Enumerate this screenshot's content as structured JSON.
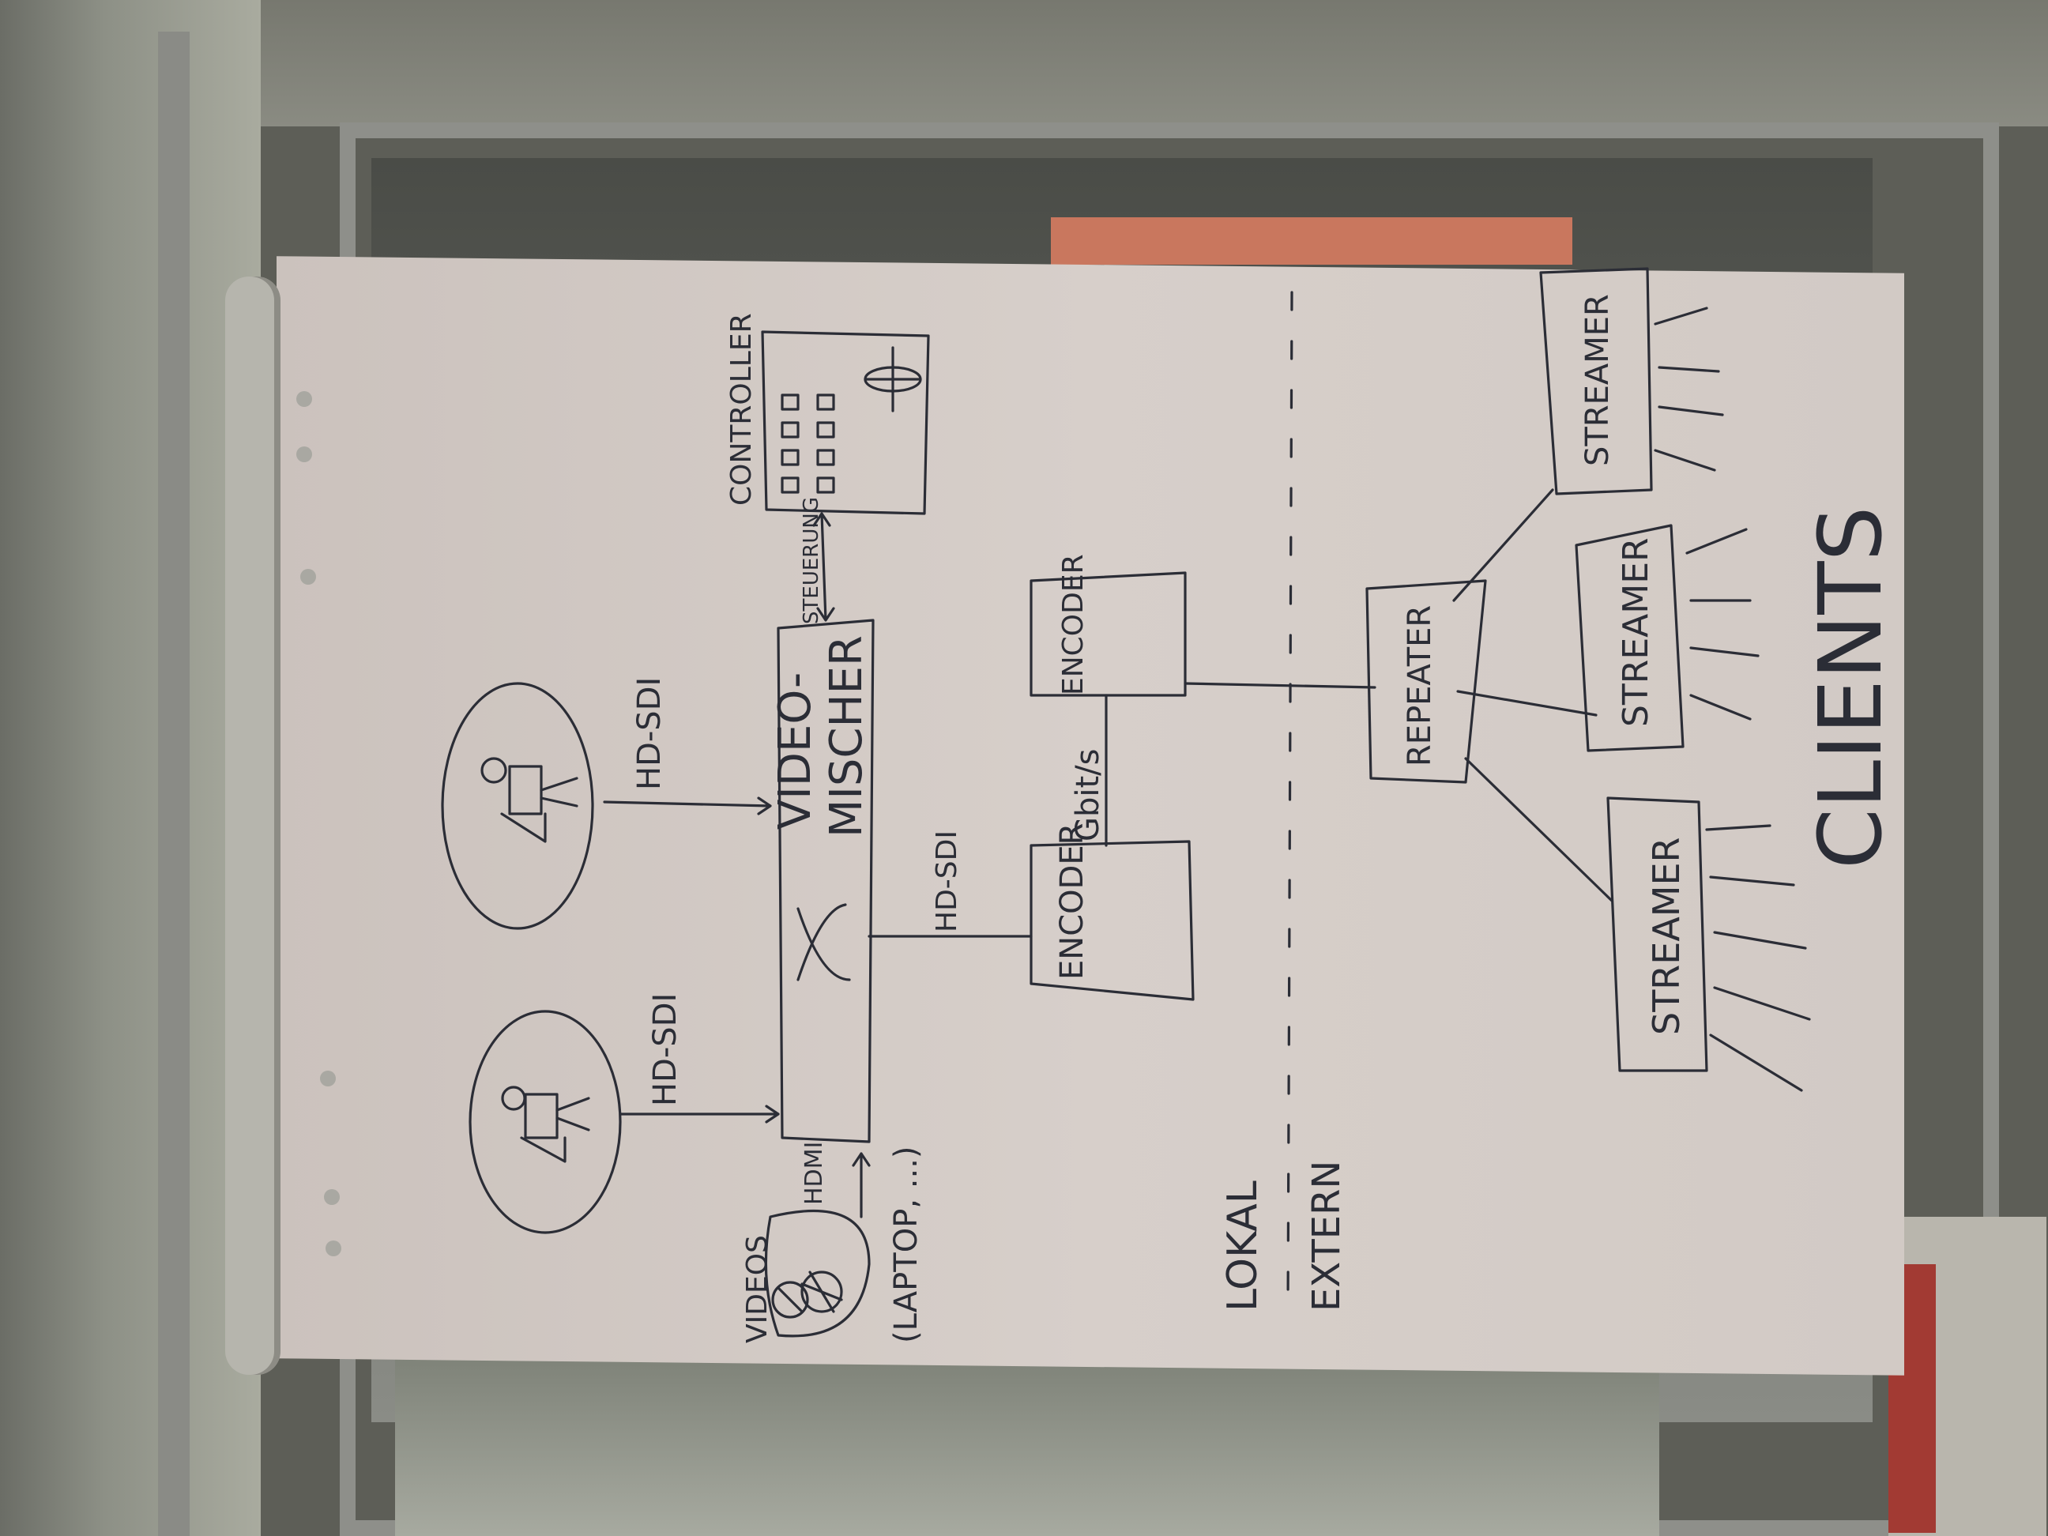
{
  "sketch": {
    "camera_links": [
      "HD-SDI",
      "HD-SDI"
    ],
    "hdmi_link": "HDMI",
    "videos_label": "VIDEOS",
    "laptop_label": "(LAPTOP, ...)",
    "mixer_label_line1": "VIDEO-",
    "mixer_label_line2": "MISCHER",
    "controller_label": "CONTROLLER",
    "control_link": "STEUERUNG",
    "encoder_link": "HD-SDI",
    "encoder_label": "ENCODER",
    "encoder2_label": "ENCODER",
    "gbit_link": "Gbit/s",
    "zone_local": "LOKAL",
    "zone_external": "EXTERN",
    "repeater_label": "REPEATER",
    "streamer_labels": [
      "STREAMER",
      "STREAMER",
      "STREAMER"
    ],
    "clients_label": "CLIENTS"
  },
  "colors": {
    "ink": "#2b2d36",
    "paper": "#d3cbc6"
  }
}
